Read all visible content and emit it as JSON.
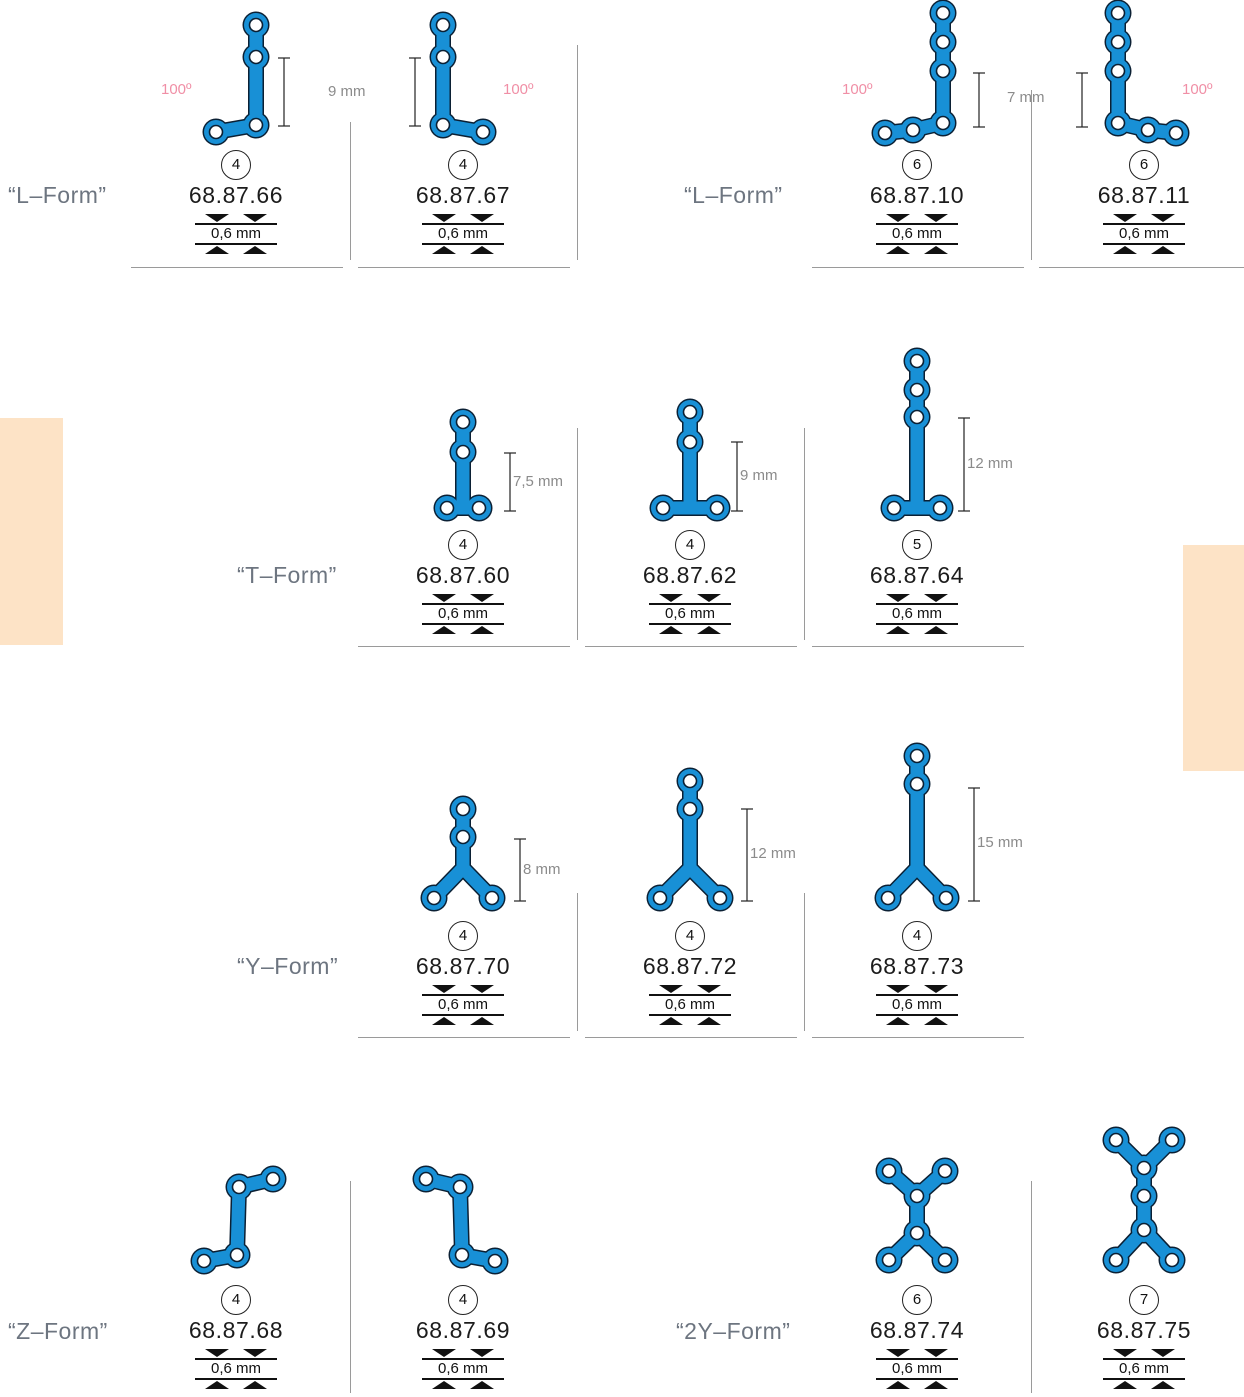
{
  "side_tabs": [
    {
      "name": "left"
    },
    {
      "name": "right"
    }
  ],
  "forms": {
    "l_form_left": "“L–Form”",
    "l_form_right": "“L–Form”",
    "t_form": "“T–Form”",
    "y_form": "“Y–Form”",
    "z_form": "“Z–Form”",
    "two_y_form": "“2Y–Form”"
  },
  "thickness_label": "0,6 mm",
  "plate_color": "#1890d6",
  "accent_angle_color": "#f08fa6",
  "plates": [
    {
      "code": "68.87.66",
      "holes": "4",
      "angle": "100º",
      "dimension": "9 mm",
      "shape": "l-left-small"
    },
    {
      "code": "68.87.67",
      "holes": "4",
      "angle": "100º",
      "dimension": "",
      "shape": "l-right-small"
    },
    {
      "code": "68.87.10",
      "holes": "6",
      "angle": "100º",
      "dimension": "7 mm",
      "shape": "l-left-large"
    },
    {
      "code": "68.87.11",
      "holes": "6",
      "angle": "100º",
      "dimension": "",
      "shape": "l-right-large"
    },
    {
      "code": "68.87.60",
      "holes": "4",
      "angle": "",
      "dimension": "7,5 mm",
      "shape": "t-small"
    },
    {
      "code": "68.87.62",
      "holes": "4",
      "angle": "",
      "dimension": "9 mm",
      "shape": "t-medium"
    },
    {
      "code": "68.87.64",
      "holes": "5",
      "angle": "",
      "dimension": "12 mm",
      "shape": "t-large"
    },
    {
      "code": "68.87.70",
      "holes": "4",
      "angle": "",
      "dimension": "8 mm",
      "shape": "y-small"
    },
    {
      "code": "68.87.72",
      "holes": "4",
      "angle": "",
      "dimension": "12 mm",
      "shape": "y-medium"
    },
    {
      "code": "68.87.73",
      "holes": "4",
      "angle": "",
      "dimension": "15 mm",
      "shape": "y-large"
    },
    {
      "code": "68.87.68",
      "holes": "4",
      "angle": "",
      "dimension": "",
      "shape": "z-left"
    },
    {
      "code": "68.87.69",
      "holes": "4",
      "angle": "",
      "dimension": "",
      "shape": "z-right"
    },
    {
      "code": "68.87.74",
      "holes": "6",
      "angle": "",
      "dimension": "",
      "shape": "x-6"
    },
    {
      "code": "68.87.75",
      "holes": "7",
      "angle": "",
      "dimension": "",
      "shape": "x-7"
    }
  ]
}
